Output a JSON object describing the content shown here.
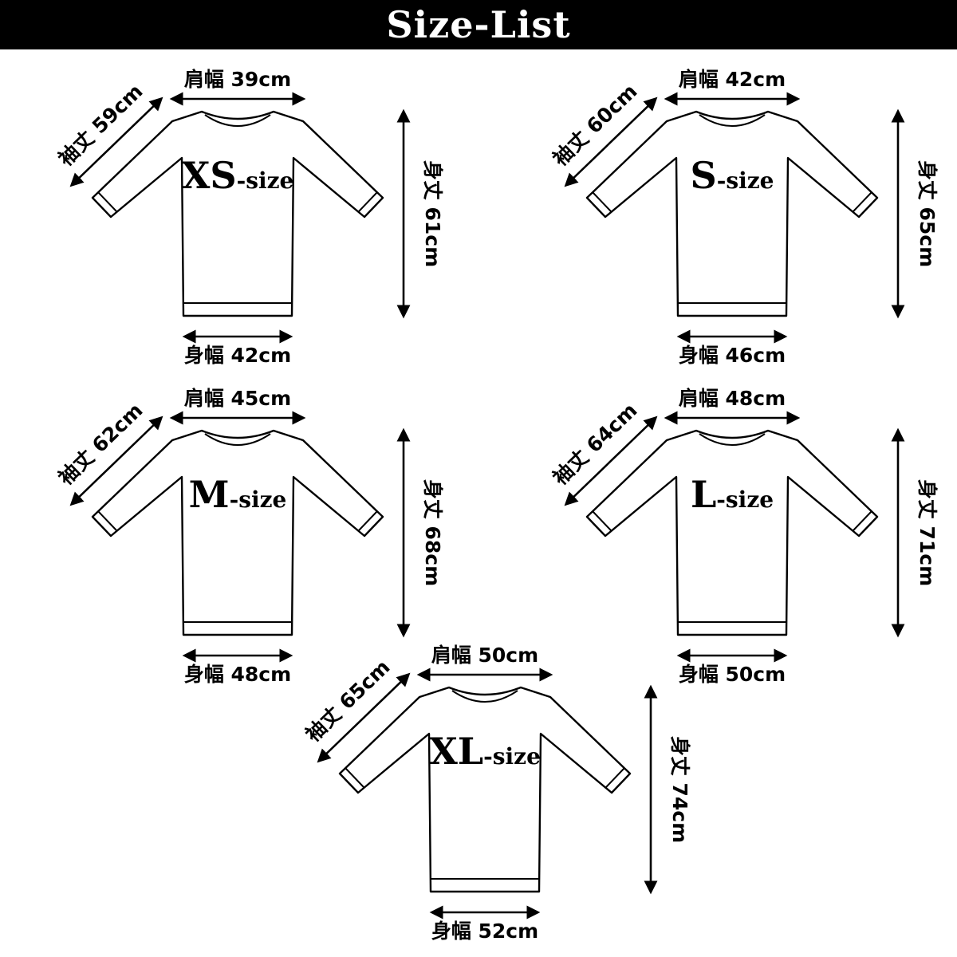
{
  "header": {
    "title": "Size-List"
  },
  "colors": {
    "header_bg": "#000000",
    "line_color": "#000000",
    "background": "#ffffff",
    "text": "#000000"
  },
  "sizes": [
    {
      "id": "xs",
      "name": "XS",
      "suffix": "-size",
      "shoulder": "肩幅 39cm",
      "sleeve": "袖丈 59cm",
      "length": "身丈 61cm",
      "width": "身幅 42cm"
    },
    {
      "id": "s",
      "name": "S",
      "suffix": "-size",
      "shoulder": "肩幅 42cm",
      "sleeve": "袖丈 60cm",
      "length": "身丈 65cm",
      "width": "身幅 46cm"
    },
    {
      "id": "m",
      "name": "M",
      "suffix": "-size",
      "shoulder": "肩幅 45cm",
      "sleeve": "袖丈 62cm",
      "length": "身丈 68cm",
      "width": "身幅 48cm"
    },
    {
      "id": "l",
      "name": "L",
      "suffix": "-size",
      "shoulder": "肩幅 48cm",
      "sleeve": "袖丈 64cm",
      "length": "身丈 71cm",
      "width": "身幅 50cm"
    },
    {
      "id": "xl",
      "name": "XL",
      "suffix": "-size",
      "shoulder": "肩幅 50cm",
      "sleeve": "袖丈 65cm",
      "length": "身丈 74cm",
      "width": "身幅 52cm"
    }
  ]
}
